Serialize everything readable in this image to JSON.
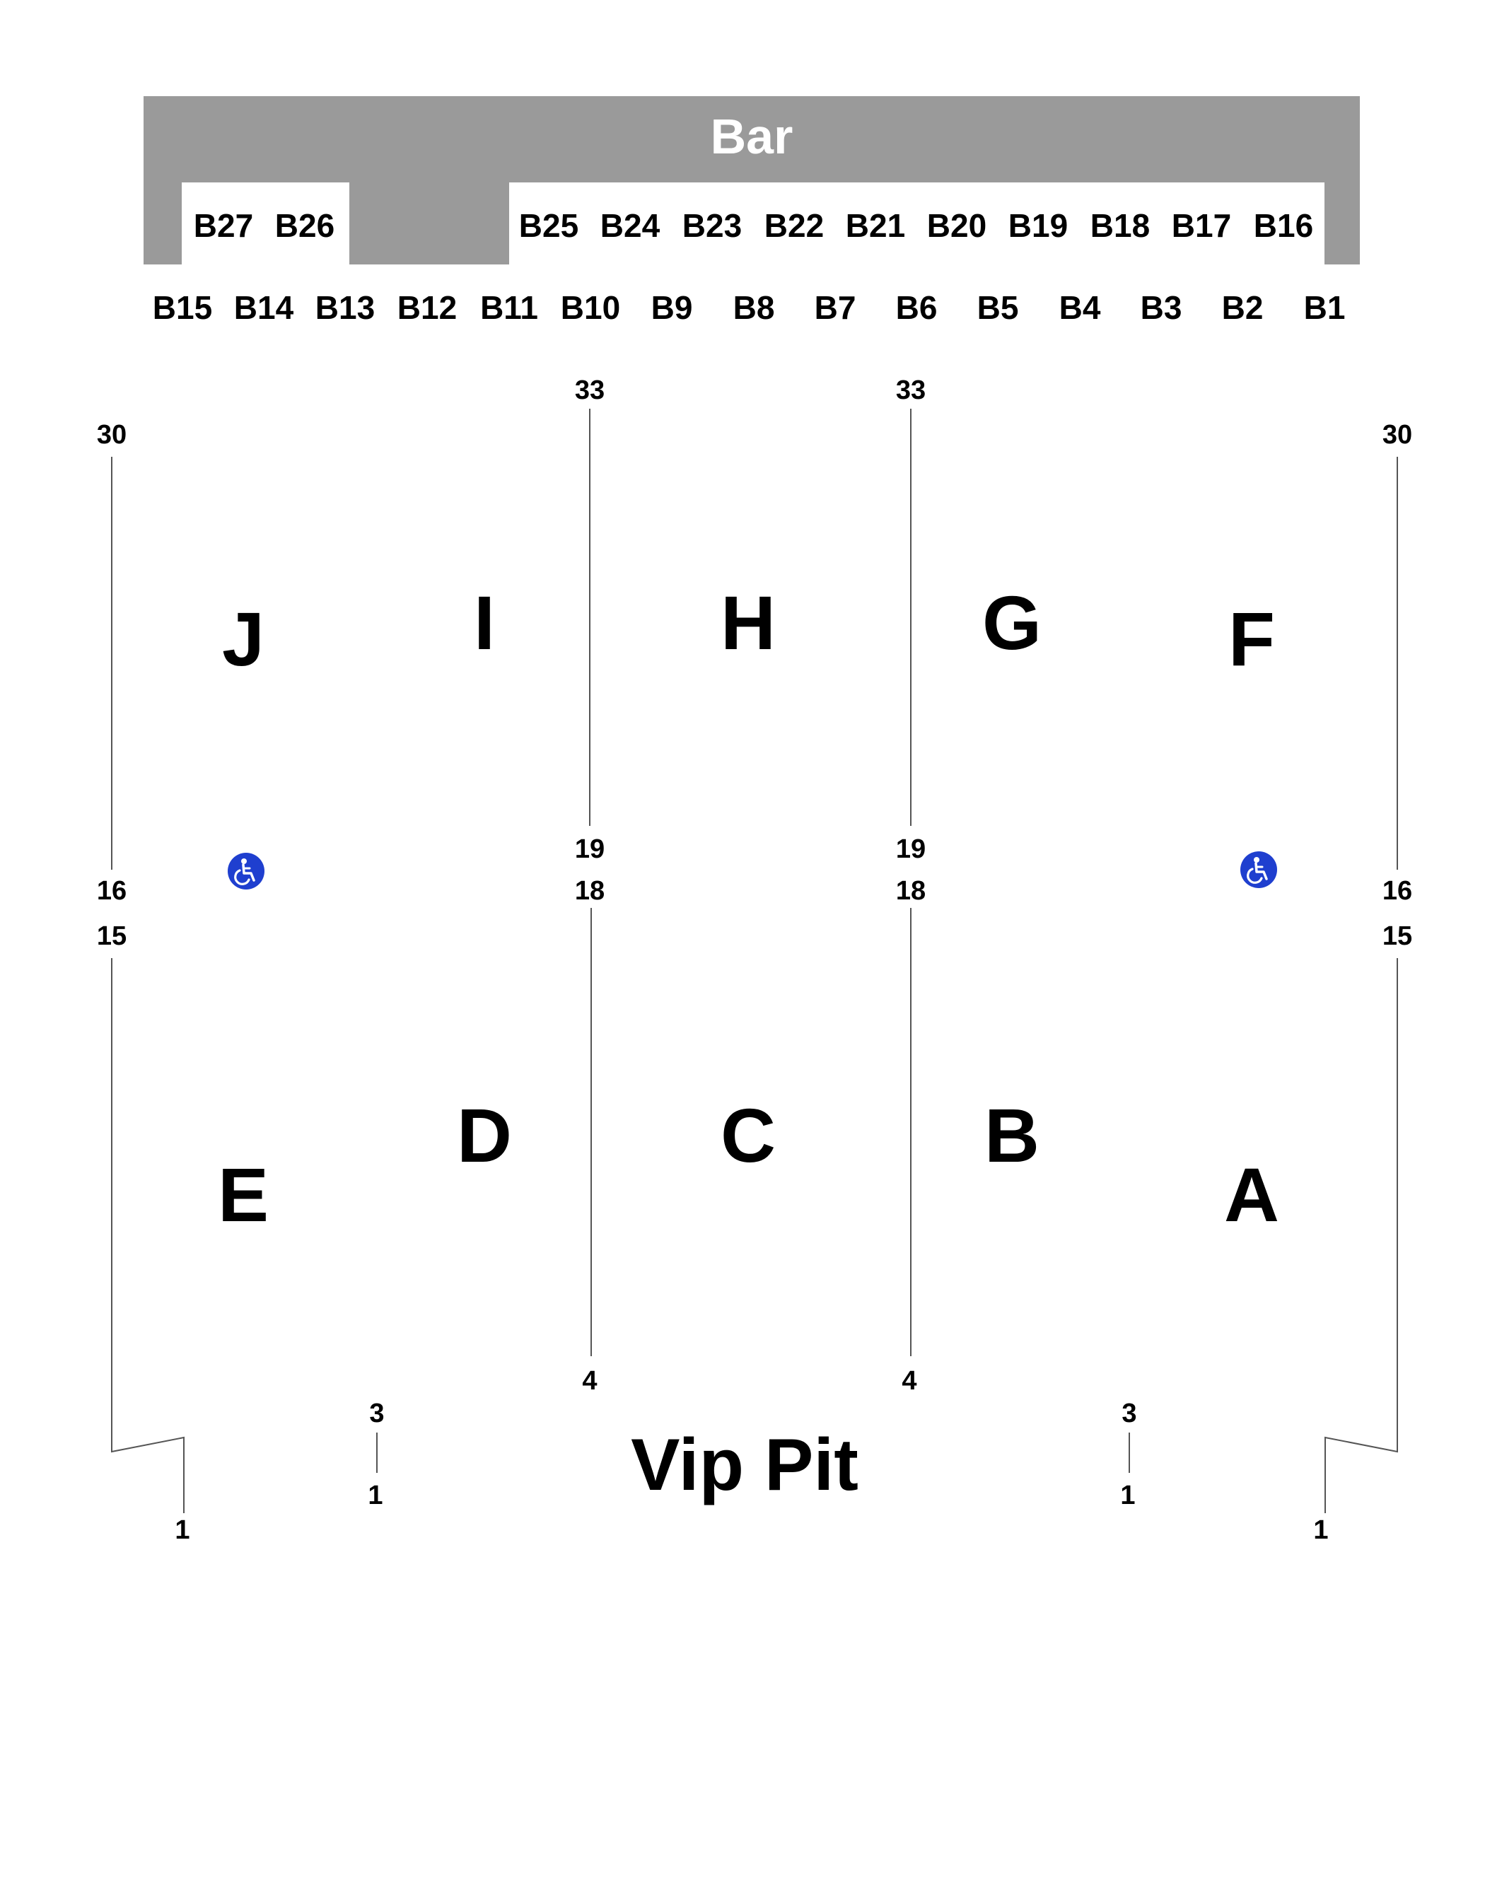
{
  "bar": {
    "title": "Bar"
  },
  "upper_booths": [
    "B27",
    "B26",
    "B25",
    "B24",
    "B23",
    "B22",
    "B21",
    "B20",
    "B19",
    "B18",
    "B17",
    "B16"
  ],
  "lower_booths": [
    "B15",
    "B14",
    "B13",
    "B12",
    "B11",
    "B10",
    "B9",
    "B8",
    "B7",
    "B6",
    "B5",
    "B4",
    "B3",
    "B2",
    "B1"
  ],
  "sections": {
    "J": "J",
    "I": "I",
    "H": "H",
    "G": "G",
    "F": "F",
    "E": "E",
    "D": "D",
    "C": "C",
    "B": "B",
    "A": "A"
  },
  "row_labels": {
    "left_30": "30",
    "left_16": "16",
    "left_15": "15",
    "left_1": "1",
    "inner_left_3": "3",
    "inner_left_1": "1",
    "center_left_33": "33",
    "center_left_19": "19",
    "center_left_18": "18",
    "center_left_4": "4",
    "center_right_33": "33",
    "center_right_19": "19",
    "center_right_18": "18",
    "center_right_4": "4",
    "inner_right_3": "3",
    "inner_right_1": "1",
    "right_30": "30",
    "right_16": "16",
    "right_15": "15",
    "right_1": "1"
  },
  "vip_pit": "Vip Pit",
  "colors": {
    "bar": "#9a9a9a",
    "accessible": "#1f3fcf",
    "text": "#000000",
    "lines": "#555555"
  },
  "icons": {
    "accessible": "wheelchair-icon"
  }
}
